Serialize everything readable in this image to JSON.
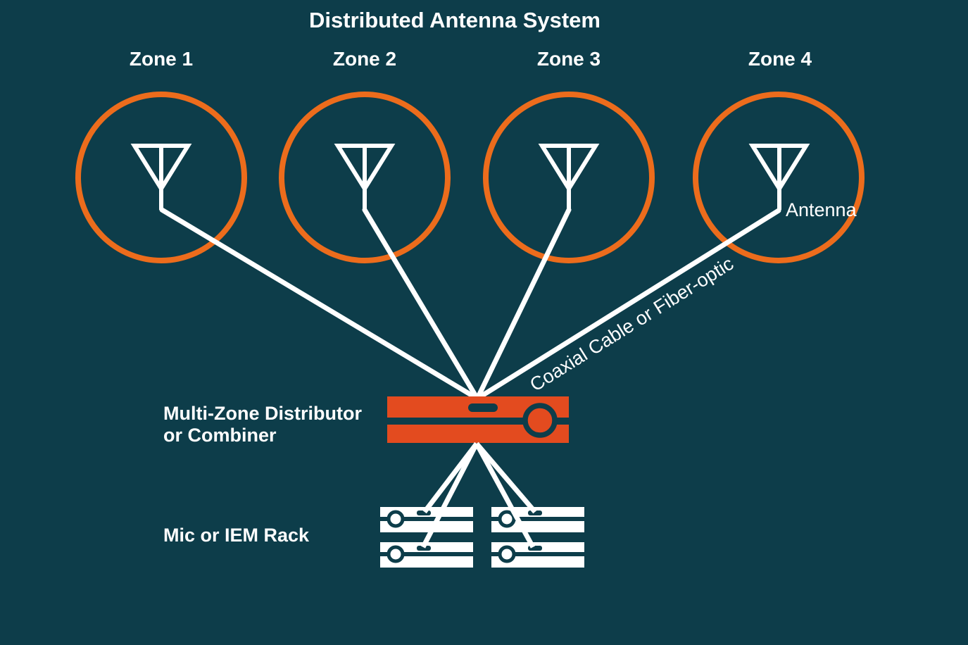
{
  "title": "Distributed Antenna System",
  "zones": [
    {
      "label": "Zone 1"
    },
    {
      "label": "Zone 2"
    },
    {
      "label": "Zone 3"
    },
    {
      "label": "Zone 4"
    }
  ],
  "labels": {
    "antenna": "Antenna",
    "cable_type": "Coaxial Cable or Fiber-optic",
    "distributor_line1": "Multi-Zone Distributor",
    "distributor_line2": "or Combiner",
    "rack": "Mic or IEM Rack"
  },
  "icons": {
    "antenna": "antenna-icon",
    "distributor": "distributor-combiner-unit",
    "rack": "rack-unit"
  },
  "colors": {
    "background": "#0D3D4A",
    "zone_circle": "#EC6C1C",
    "device": "#E34B1F",
    "device_detail": "#0D3D4A",
    "line": "#FFFFFF",
    "text": "#FFFFFF"
  }
}
